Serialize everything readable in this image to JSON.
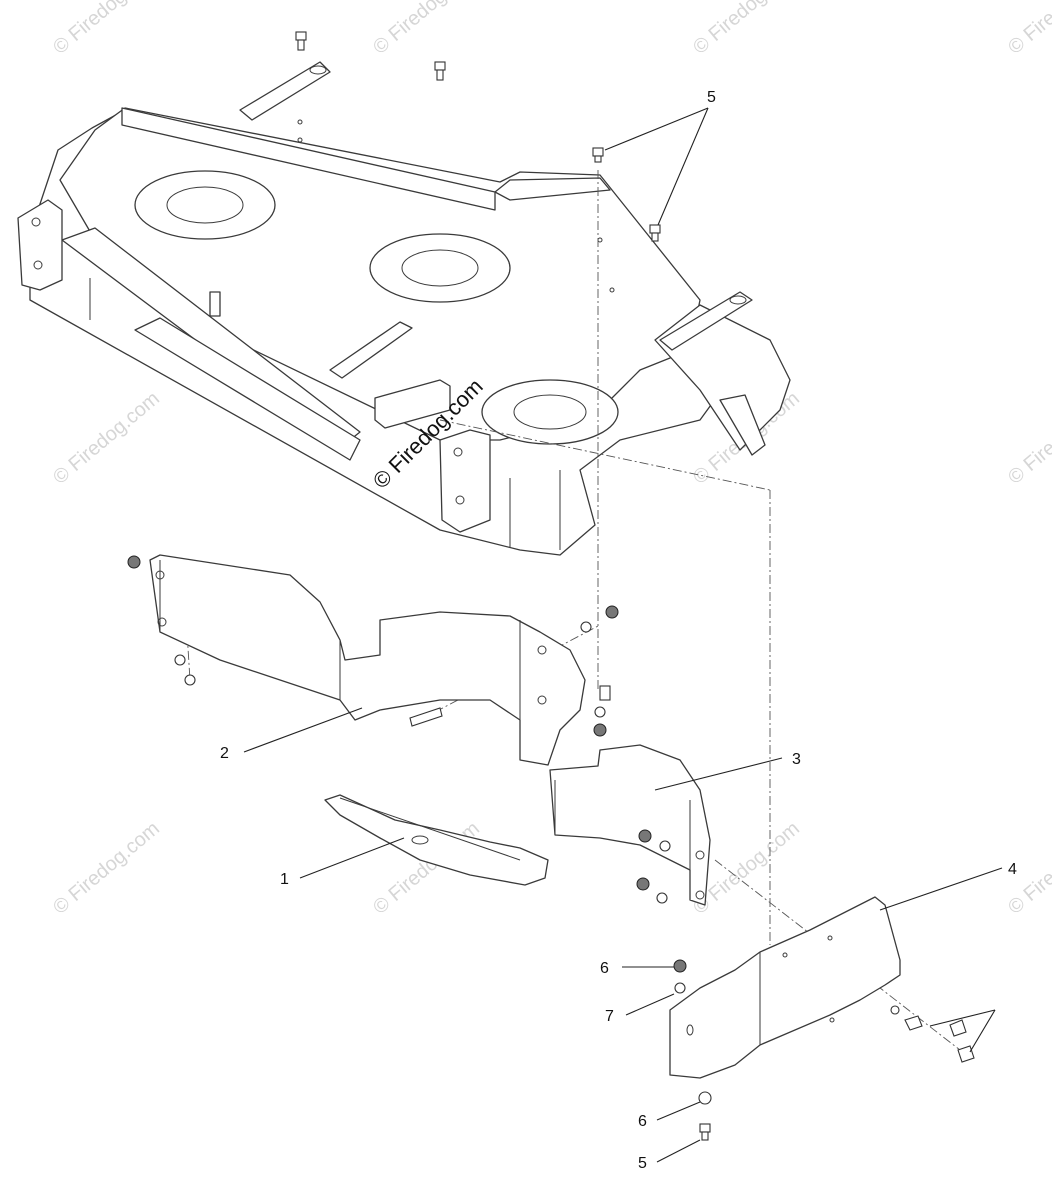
{
  "watermark": {
    "main_text": "© Firedog.com",
    "tile_text": "© Firedog.com"
  },
  "callouts": [
    "1",
    "2",
    "3",
    "4",
    "5",
    "6",
    "7",
    "6",
    "5"
  ]
}
